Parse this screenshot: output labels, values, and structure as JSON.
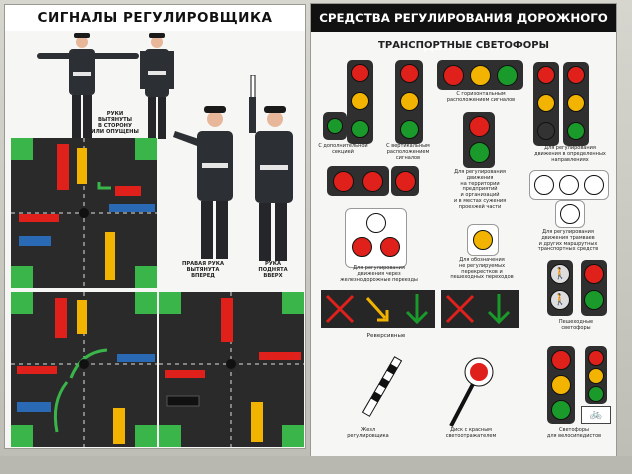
{
  "left_panel": {
    "title": "СИГНАЛЫ РЕГУЛИРОВЩИКА",
    "caption_arms_side": "РУКИ\nВЫТЯНУТЫ\nВ СТОРОНУ\nИЛИ ОПУЩЕНЫ",
    "caption_right_hand": "ПРАВАЯ РУКА\nВЫТЯНУТА\nВПЕРЕД",
    "caption_hand_up": "РУКА\nПОДНЯТА\nВВЕРХ"
  },
  "right_panel": {
    "title": "СРЕДСТВА РЕГУЛИРОВАНИЯ ДОРОЖНОГО ДВИЖЕНИЯ",
    "subtitle": "ТРАНСПОРТНЫЕ СВЕТОФОРЫ",
    "cap_additional_section": "С дополнительной\nсекцией",
    "cap_vertical": "С вертикальным\nрасположением\nсигналов",
    "cap_horizontal": "С горизонтальным\nрасположением сигналов",
    "cap_directions": "Для регулирования\nдвижения в определенных\nнаправлениях",
    "cap_territory": "Для регулирования\nдвижения\nна территории\nпредприятий\nи организаций\nи в местах сужения\nпроезжей части",
    "cap_tram": "Для регулирования\nдвижения трамваев\nи других маршрутных\nтранспортных средств",
    "cap_railway": "Для регулирования\nдвижения через\nжелезнодорожные переезды",
    "cap_unregulated": "Для обозначения\nне регулируемых\nперекрестков и\nпешеходных переходов",
    "cap_reversible": "Реверсивные",
    "cap_pedestrian": "Пешеходные\nсветофоры",
    "cap_baton": "Жезл\nрегулировщика",
    "cap_disc": "Диск с красным\nсветоотражателем",
    "cap_bicycle": "Светофоры\nдля велосипедистов"
  },
  "colors": {
    "red": "#e0201a",
    "yellow": "#f2b400",
    "green": "#1a9a2a",
    "housing": "#2f2f2f",
    "uniform": "#2c2f33",
    "grass": "#3ab54a"
  },
  "icons": [
    "traffic-officer-figure",
    "intersection-diagram",
    "traffic-light",
    "arrow-signal",
    "pedestrian-icon",
    "bicycle-icon",
    "baton-icon",
    "stop-disc-icon"
  ]
}
